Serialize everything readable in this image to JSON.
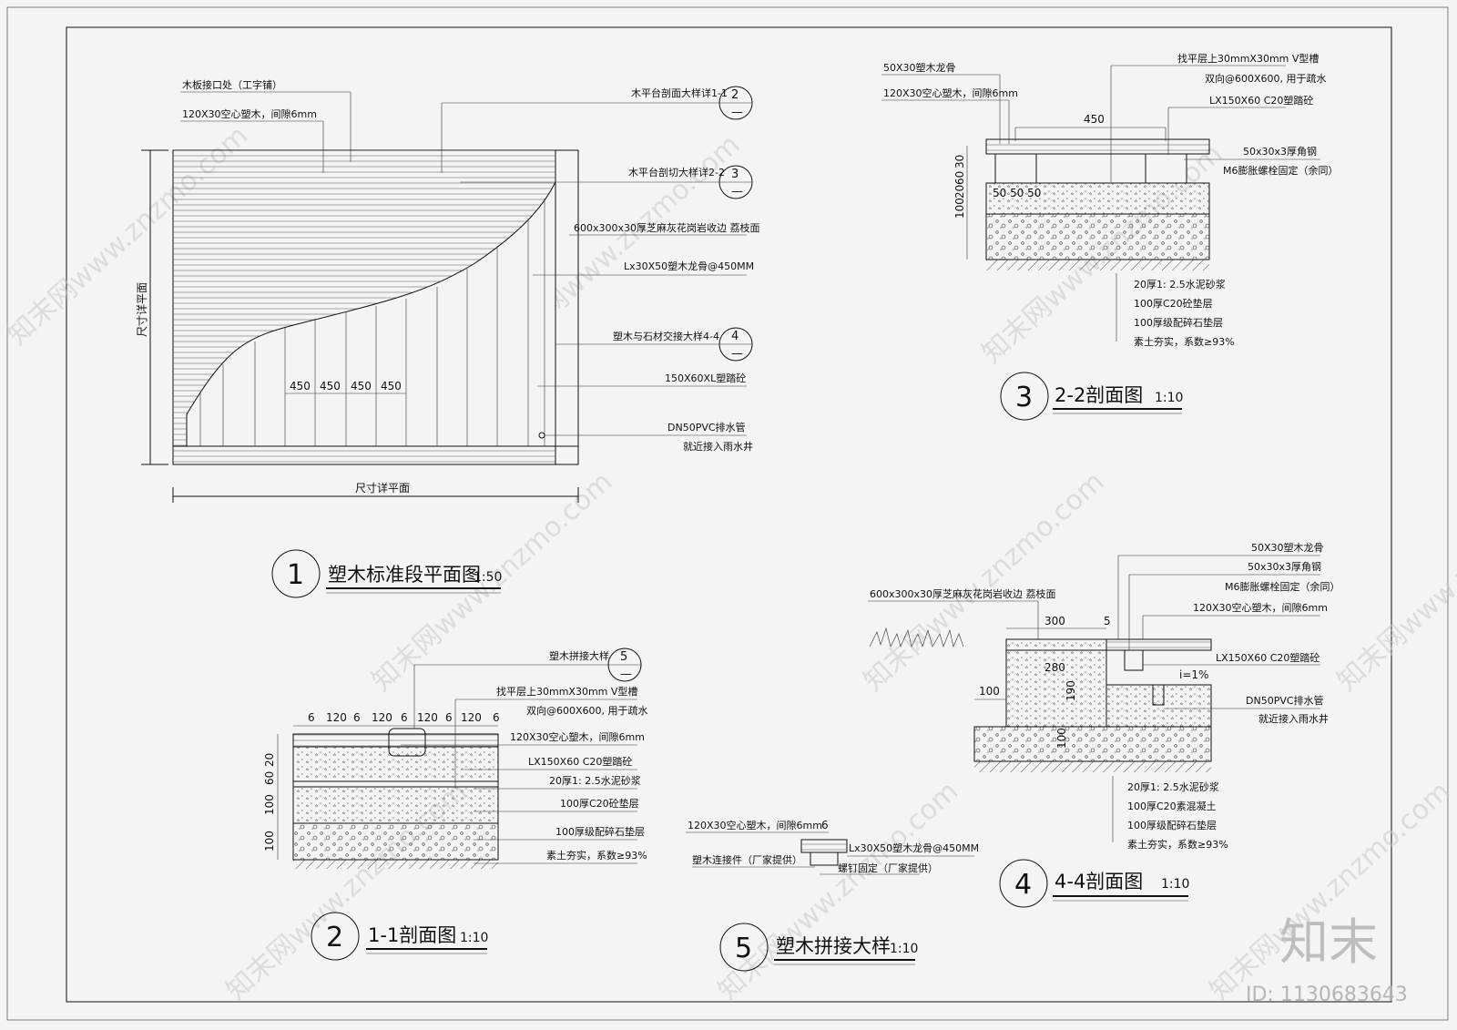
{
  "brand": {
    "logo_text": "知末",
    "id_text": "ID: 1130683643",
    "watermark": "知末网www.znzmo.com"
  },
  "view1": {
    "number": "1",
    "title": "塑木标准段平面图",
    "scale": "1:50",
    "callout_a": "木板接口处（工字铺）",
    "callout_b": "120X30空心塑木，间隙6mm",
    "note_1": "木平台剖面大样详1-1",
    "tag_1_num": "2",
    "tag_1_sub": "—",
    "note_2": "木平台剖切大样详2-2",
    "tag_2_num": "3",
    "tag_2_sub": "—",
    "note_3": "600x300x30厚芝麻灰花岗岩收边  荔枝面",
    "note_4": "Lx30X50塑木龙骨@450MM",
    "note_5": "塑木与石材交接大样4-4",
    "tag_5_num": "4",
    "tag_5_sub": "—",
    "note_6": "150X60XL塑踏砼",
    "note_7": "DN50PVC排水管",
    "note_8": "就近接入雨水井",
    "dim_bottom": "尺寸详平面",
    "dim_left": "尺寸详平面",
    "spacing": [
      "450",
      "450",
      "450",
      "450"
    ]
  },
  "view2": {
    "number": "2",
    "title": "1-1剖面图",
    "scale": "1:10",
    "tag_note": "塑木拼接大样",
    "tag_num": "5",
    "tag_sub": "—",
    "top_dims": [
      "6",
      "120",
      "6",
      "120",
      "6",
      "120",
      "6",
      "120",
      "6"
    ],
    "notes": [
      "找平层上30mmX30mm  V型槽",
      "双向@600X600, 用于疏水",
      "120X30空心塑木，间隙6mm",
      "LX150X60  C20塑踏砼",
      "20厚1: 2.5水泥砂浆",
      "100厚C20砼垫层",
      "100厚级配碎石垫层",
      "素土夯实，系数≥93%"
    ],
    "left_dims": [
      "20",
      "60",
      "100",
      "100"
    ]
  },
  "view3": {
    "number": "3",
    "title": "2-2剖面图",
    "scale": "1:10",
    "left_notes": [
      "50X30塑木龙骨",
      "120X30空心塑木，间隙6mm"
    ],
    "top_notes": [
      "找平层上30mmX30mm  V型槽",
      "双向@600X600, 用于疏水",
      "LX150X60  C20塑踏砼"
    ],
    "right_notes": [
      "50x30x3厚角钢",
      "M6膨胀螺栓固定（余同）"
    ],
    "span": "450",
    "small_dims": "50 50 50",
    "left_dims": [
      "30",
      "60",
      "20",
      "100"
    ],
    "bottom_notes": [
      "20厚1: 2.5水泥砂浆",
      "100厚C20砼垫层",
      "100厚级配碎石垫层",
      "素土夯实，系数≥93%"
    ]
  },
  "view4": {
    "number": "4",
    "title": "4-4剖面图",
    "scale": "1:10",
    "left_note": "600x300x30厚芝麻灰花岗岩收边  荔枝面",
    "right_notes": [
      "50X30塑木龙骨",
      "50x30x3厚角钢",
      "M6膨胀螺栓固定（余同）",
      "120X30空心塑木，间隙6mm",
      "LX150X60  C20塑踏砼",
      "DN50PVC排水管",
      "就近接入雨水井"
    ],
    "dims": {
      "d300": "300",
      "d5": "5",
      "d280": "280",
      "d190": "190",
      "d100a": "100",
      "d100b": "100",
      "slope": "i=1%"
    },
    "bottom_notes": [
      "20厚1: 2.5水泥砂浆",
      "100厚C20素混凝土",
      "100厚级配碎石垫层",
      "素土夯实，系数≥93%"
    ]
  },
  "view5": {
    "number": "5",
    "title": "塑木拼接大样",
    "scale": "1:10",
    "notes": [
      "120X30空心塑木，间隙6mm",
      "Lx30X50塑木龙骨@450MM",
      "塑木连接件（厂家提供）",
      "螺钉固定（厂家提供）"
    ],
    "dim": "6"
  }
}
